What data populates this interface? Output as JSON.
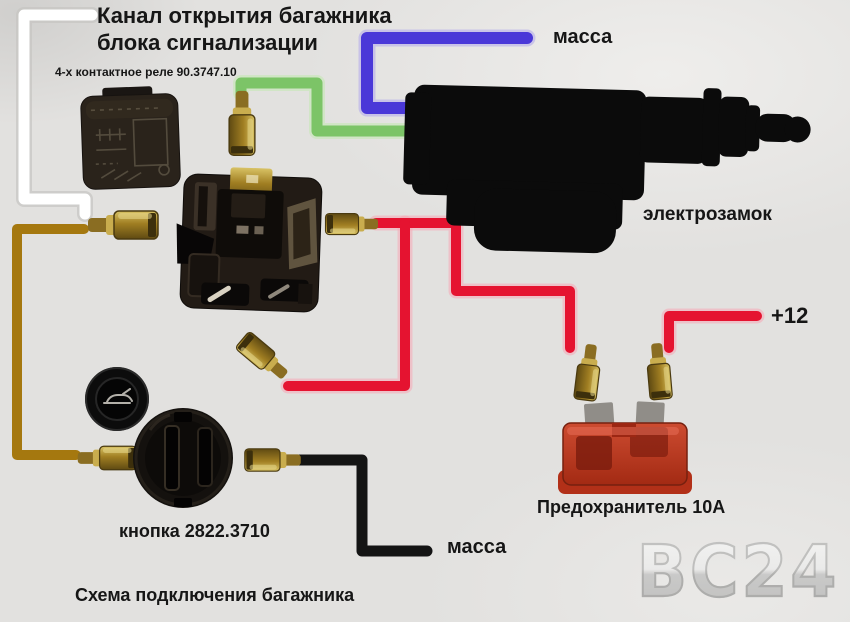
{
  "header": {
    "title_line1": "Канал открытия багажника",
    "title_line2": "блока сигнализации"
  },
  "labels": {
    "relay4pin": "4-х контактное реле 90.3747.10",
    "ground_top": "масса",
    "actuator": "электрозамок",
    "plus12": "+12",
    "fuse": "Предохранитель 10А",
    "button": "кнопка 2822.3710",
    "ground_bottom": "масса",
    "caption": "Схема подключения багажника"
  },
  "watermark": "BC24",
  "colors": {
    "background": "#e2e1df",
    "wire_white": "#ffffff",
    "wire_white_halo": "#c6c5c2",
    "wire_brown": "#a5780f",
    "wire_green": "#7cc467",
    "wire_green_halo": "#c8e7b8",
    "wire_blue": "#4a38d8",
    "wire_blue_halo": "#b9b1ea",
    "wire_red": "#e51330",
    "wire_red_halo": "#f6a8b5",
    "wire_black": "#141414",
    "brass": "#ad8c2e",
    "fuse_body": "#c23a22",
    "fuse_blade": "#908d88",
    "device_black": "#0b0b0b"
  }
}
